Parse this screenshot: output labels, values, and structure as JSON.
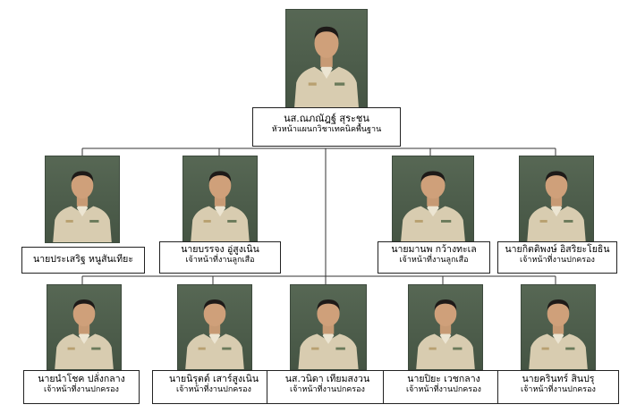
{
  "head": {
    "name": "นส.ณภณัฎฐ์ สุระชน",
    "position": "หัวหน้าแผนกวิชาเทคนิคพื้นฐาน"
  },
  "row1": [
    {
      "name": "นายประเสริฐ หนูสันเทียะ",
      "position": ""
    },
    {
      "name": "นายบรรจง อู่สูงเนิน",
      "position": "เจ้าหน้าที่งานลูกเสือ"
    },
    {
      "name": "นายมานพ กว้างทะเล",
      "position": "เจ้าหน้าที่งานลูกเสือ"
    },
    {
      "name": "นายกิตติพงษ์ อิสริยะโยธิน",
      "position": "เจ้าหน้าที่งานปกครอง"
    }
  ],
  "row2": [
    {
      "name": "นายนำโชค ปลั่งกลาง",
      "position": "เจ้าหน้าที่งานปกครอง"
    },
    {
      "name": "นายนิรุตต์ เสาร์สูงเนิน",
      "position": "เจ้าหน้าที่งานปกครอง"
    },
    {
      "name": "นส.วนิดา เทียมสงวน",
      "position": "เจ้าหน้าที่งานปกครอง"
    },
    {
      "name": "นายปิยะ เวชกลาง",
      "position": "เจ้าหน้าที่งานปกครอง"
    },
    {
      "name": "นายครินทร์ สินปรุ",
      "position": "เจ้าหน้าที่งานปกครอง"
    }
  ]
}
